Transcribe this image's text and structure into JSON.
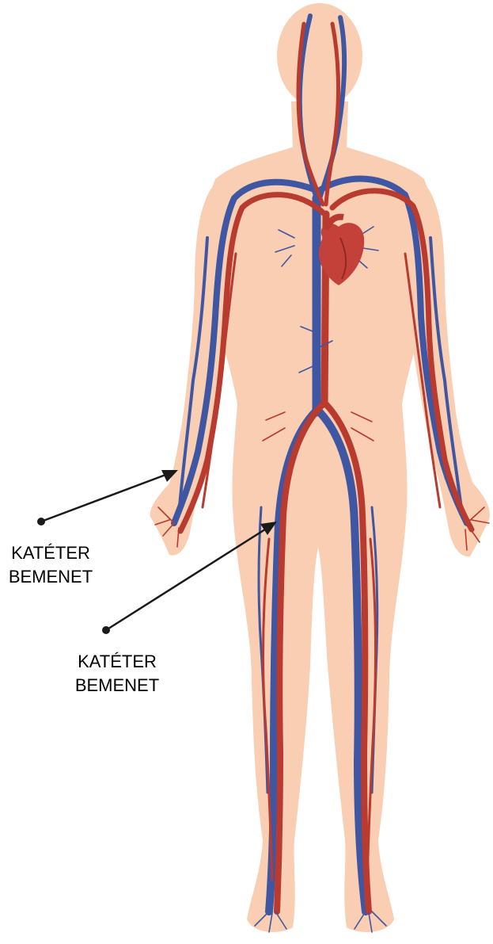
{
  "diagram": {
    "callouts": [
      {
        "id": "wrist",
        "label": "KATÉTER\nBEMENET",
        "target": "wrist-artery"
      },
      {
        "id": "groin",
        "label": "KATÉTER\nBEMENET",
        "target": "femoral-artery"
      }
    ]
  },
  "colors": {
    "skin": "#f9ceb2",
    "artery": "#b93a2e",
    "vein": "#3f56a3",
    "heart": "#c4413a",
    "heart_dark": "#8e2a22",
    "arrow": "#1a1a1a"
  }
}
